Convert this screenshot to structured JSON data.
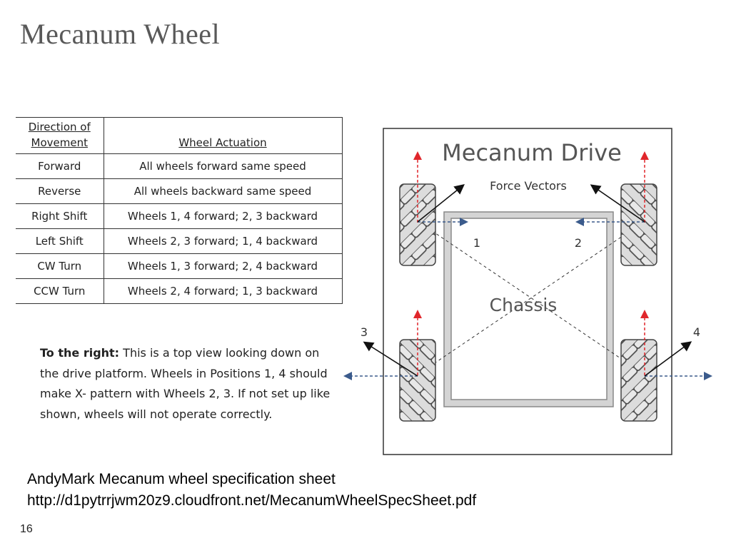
{
  "slide": {
    "title": "Mecanum Wheel",
    "page_number": "16"
  },
  "table": {
    "header_col1": "Direction of Movement",
    "header_col1_line1": "Direction of",
    "header_col1_line2": "Movement",
    "header_col2": "Wheel Actuation",
    "rows": [
      {
        "direction": "Forward",
        "actuation": "All wheels forward same speed"
      },
      {
        "direction": "Reverse",
        "actuation": "All wheels backward same speed"
      },
      {
        "direction": "Right Shift",
        "actuation": "Wheels 1, 4 forward; 2, 3 backward"
      },
      {
        "direction": "Left Shift",
        "actuation": "Wheels 2, 3 forward; 1, 4 backward"
      },
      {
        "direction": "CW Turn",
        "actuation": "Wheels 1, 3 forward; 2, 4 backward"
      },
      {
        "direction": "CCW Turn",
        "actuation": "Wheels 2, 4 forward; 1, 3 backward"
      }
    ]
  },
  "note": {
    "lead": "To the right:",
    "body": " This is a top view looking down on the drive platform. Wheels in Positions 1, 4 should make X- pattern with Wheels 2, 3. If not set up like shown, wheels will not operate correctly."
  },
  "diagram": {
    "title": "Mecanum Drive",
    "force_label": "Force Vectors",
    "chassis_label": "Chassis",
    "wheel_labels": [
      "1",
      "2",
      "3",
      "4"
    ],
    "colors": {
      "forward_arrow": "#e0262b",
      "side_arrow": "#3b5b8c",
      "chassis_fill": "#d4d4d4",
      "wheel_fill": "#dcdcdc"
    }
  },
  "source": {
    "line1": "AndyMark Mecanum wheel specification sheet",
    "line2": "http://d1pytrrjwm20z9.cloudfront.net/MecanumWheelSpecSheet.pdf"
  }
}
